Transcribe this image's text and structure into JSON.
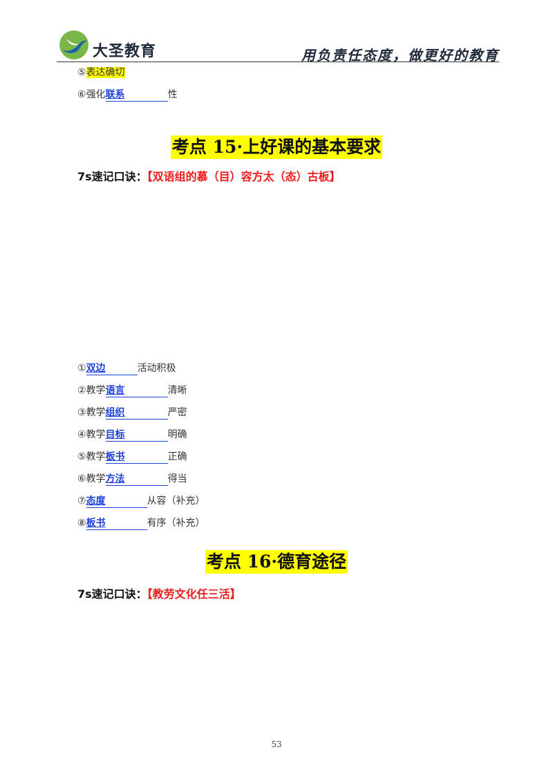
{
  "header": {
    "logo_text": "大圣教育",
    "slogan": "用负责任态度，做更好的教育"
  },
  "top_items": [
    {
      "num": "⑤",
      "text": "表达确切"
    },
    {
      "num": "⑥",
      "prefix": "强化",
      "answer": "联系",
      "suffix": "性"
    }
  ],
  "section15": {
    "title": "考点 15·上好课的基本要求",
    "mnemonic_label": "7s速记口诀：",
    "mnemonic_value": "【双语组的慕（目）容方太（态）古板】",
    "items": [
      {
        "num": "①",
        "prefix": "",
        "answer": "双边",
        "suffix": "活动积极"
      },
      {
        "num": "②",
        "prefix": "教学",
        "answer": "语言",
        "suffix": "清晰"
      },
      {
        "num": "③",
        "prefix": "教学",
        "answer": "组织",
        "suffix": "严密"
      },
      {
        "num": "④",
        "prefix": "教学",
        "answer": "目标",
        "suffix": "明确"
      },
      {
        "num": "⑤",
        "prefix": "教学",
        "answer": "板书",
        "suffix": "正确"
      },
      {
        "num": "⑥",
        "prefix": "教学",
        "answer": "方法",
        "suffix": "得当"
      },
      {
        "num": "⑦",
        "prefix": "",
        "answer": "态度",
        "suffix": "从容（补充）"
      },
      {
        "num": "⑧",
        "prefix": "",
        "answer": "板书",
        "suffix": "有序（补充）"
      }
    ]
  },
  "section16": {
    "title": "考点 16·德育途径",
    "mnemonic_label": "7s速记口诀：",
    "mnemonic_value": "【教劳文化任三活】"
  },
  "page_number": "53",
  "colors": {
    "answer_blue": "#1d3fdb",
    "mnemonic_red": "#ee1c1c",
    "highlight_yellow": "#ffff00"
  }
}
